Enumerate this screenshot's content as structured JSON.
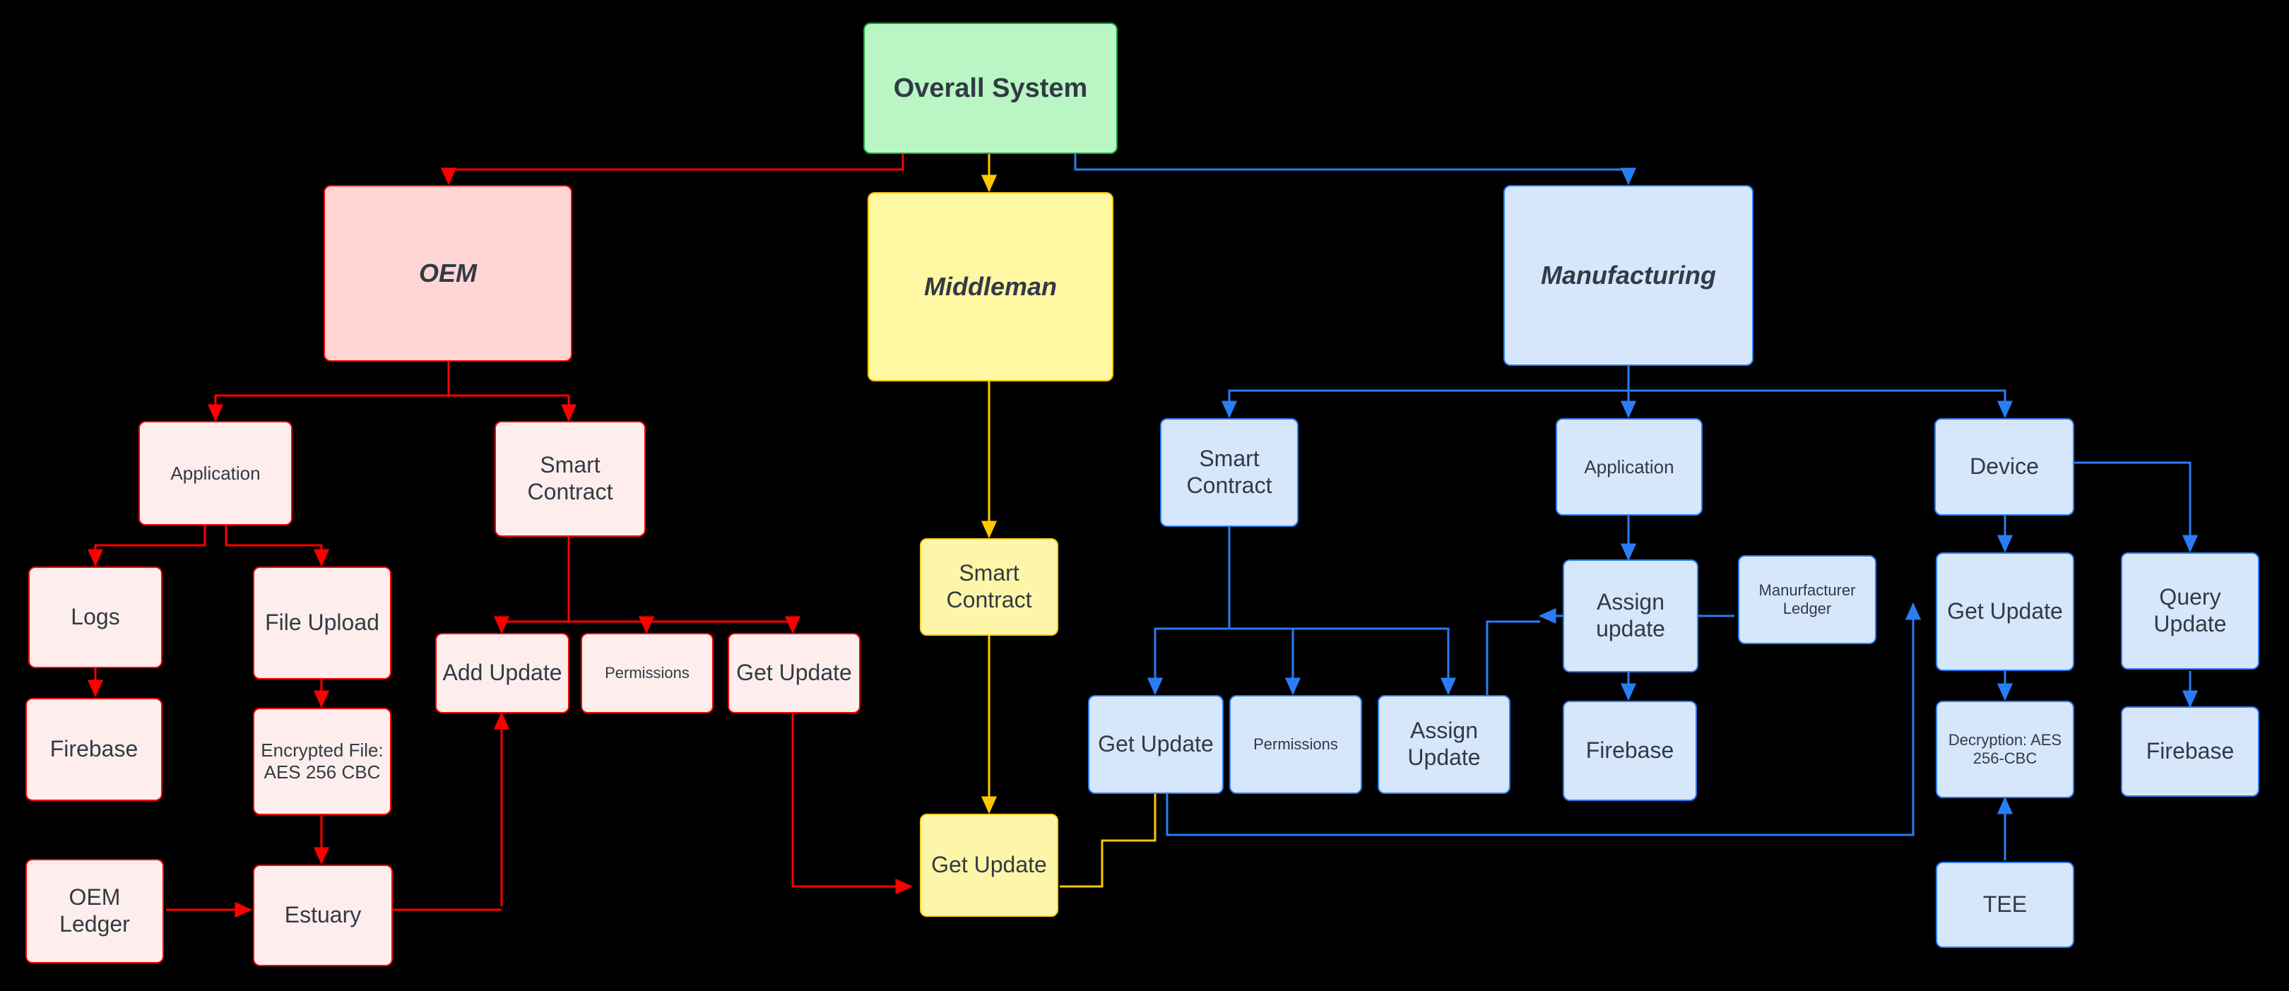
{
  "diagram": {
    "title": "Overall System",
    "background": "#000000",
    "colors": {
      "root_fill": "#b9f6c4",
      "root_stroke": "#10a93a",
      "oem_fill": "#ffd6d6",
      "oem_child_fill": "#fdeeed",
      "oem_stroke": "#ff0000",
      "middleman_fill": "#fff7a1",
      "middleman_stroke": "#ffc800",
      "manufacturing_fill": "#d6e6fb",
      "manufacturing_stroke": "#2a7df4",
      "text": "#333a44"
    },
    "nodes": {
      "root": "Overall System",
      "oem": "OEM",
      "middleman": "Middleman",
      "manufacturing": "Manufacturing",
      "oem_application": "Application",
      "oem_smart_contract": "Smart Contract",
      "oem_logs": "Logs",
      "oem_file_upload": "File Upload",
      "oem_firebase": "Firebase",
      "oem_encrypted_file": "Encrypted File: AES 256 CBC",
      "oem_ledger": "OEM Ledger",
      "oem_estuary": "Estuary",
      "oem_add_update": "Add Update",
      "oem_permissions": "Permissions",
      "oem_get_update": "Get Update",
      "mid_smart_contract": "Smart Contract",
      "mid_get_update": "Get Update",
      "man_smart_contract": "Smart Contract",
      "man_application": "Application",
      "man_device": "Device",
      "man_get_update": "Get Update",
      "man_permissions": "Permissions",
      "man_assign_update": "Assign Update",
      "man_assign_update2": "Assign update",
      "man_ledger": "Manurfacturer Ledger",
      "man_firebase": "Firebase",
      "dev_get_update": "Get Update",
      "dev_query_update": "Query Update",
      "dev_decryption": "Decryption: AES 256-CBC",
      "dev_firebase": "Firebase",
      "dev_tee": "TEE"
    }
  }
}
